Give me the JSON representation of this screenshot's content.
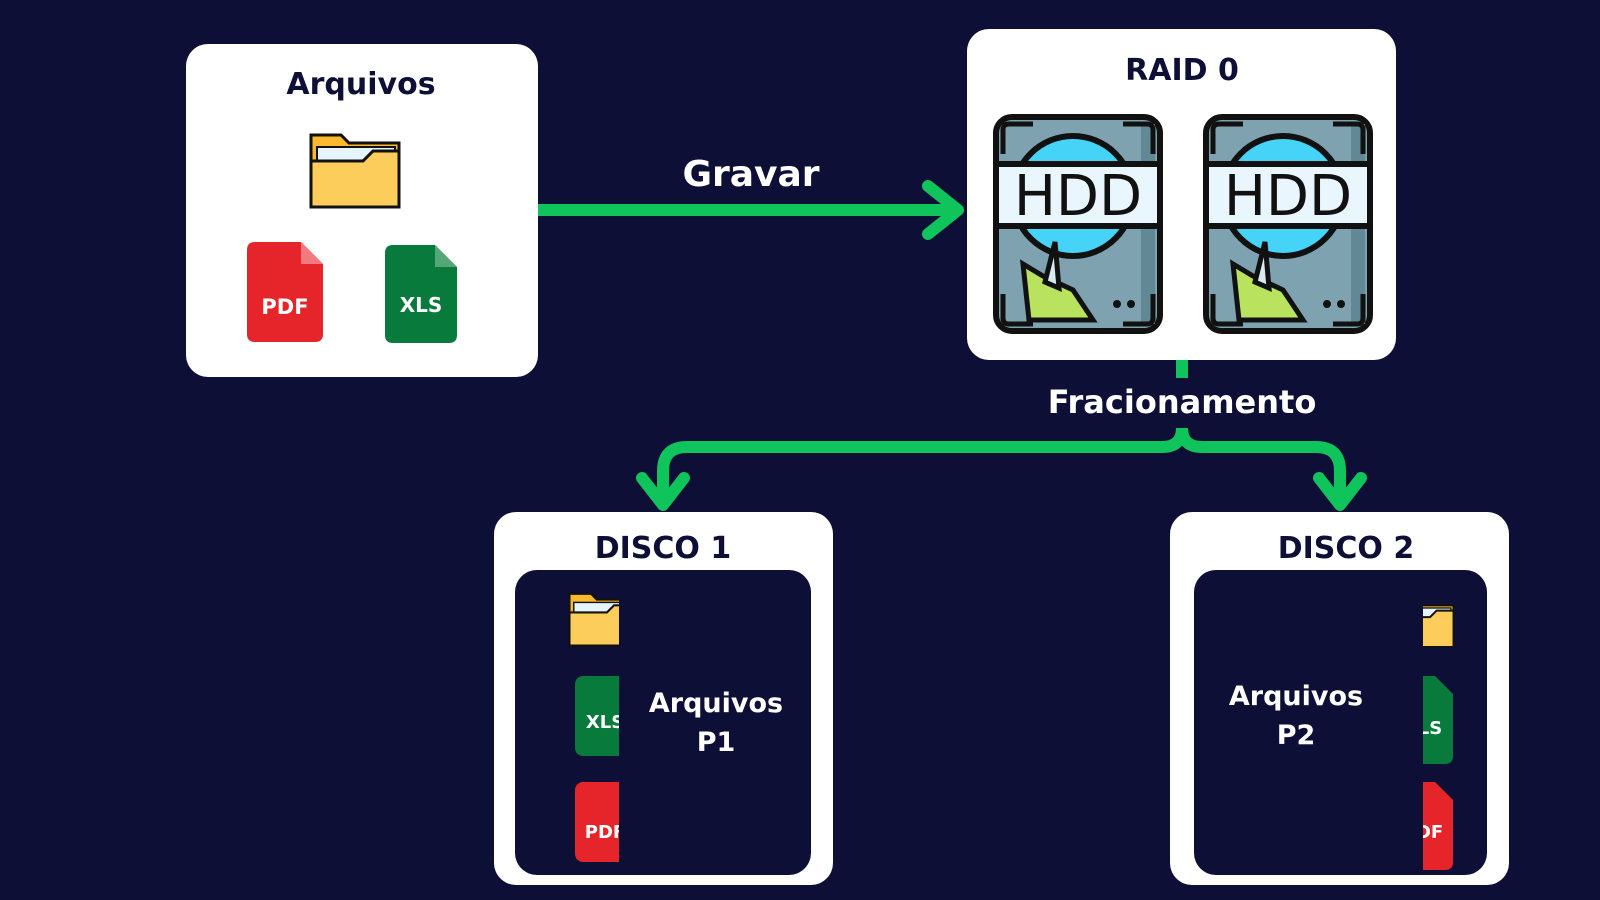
{
  "colors": {
    "background": "#0e0f36",
    "arrow": "#10c45c",
    "card": "#ffffff",
    "text_dark": "#0e0f36",
    "pdf": "#e5252a",
    "xls": "#087a3c",
    "folder": "#fdcd5c"
  },
  "source": {
    "title": "Arquivos",
    "icons": [
      "folder-icon",
      "pdf-file-icon",
      "xls-file-icon"
    ],
    "pdf_label": "PDF",
    "xls_label": "XLS"
  },
  "write_arrow": {
    "label": "Gravar"
  },
  "raid": {
    "title": "RAID 0",
    "disks": [
      {
        "label": "HDD"
      },
      {
        "label": "HDD"
      }
    ]
  },
  "split_arrow": {
    "label": "Fracionamento"
  },
  "disks": [
    {
      "title": "DISCO 1",
      "line1": "Arquivos",
      "line2": "P1",
      "pdf_label": "PDF",
      "xls_label": "XLS"
    },
    {
      "title": "DISCO 2",
      "line1": "Arquivos",
      "line2": "P2",
      "pdf_label": "PDF",
      "xls_label": "XLS"
    }
  ]
}
